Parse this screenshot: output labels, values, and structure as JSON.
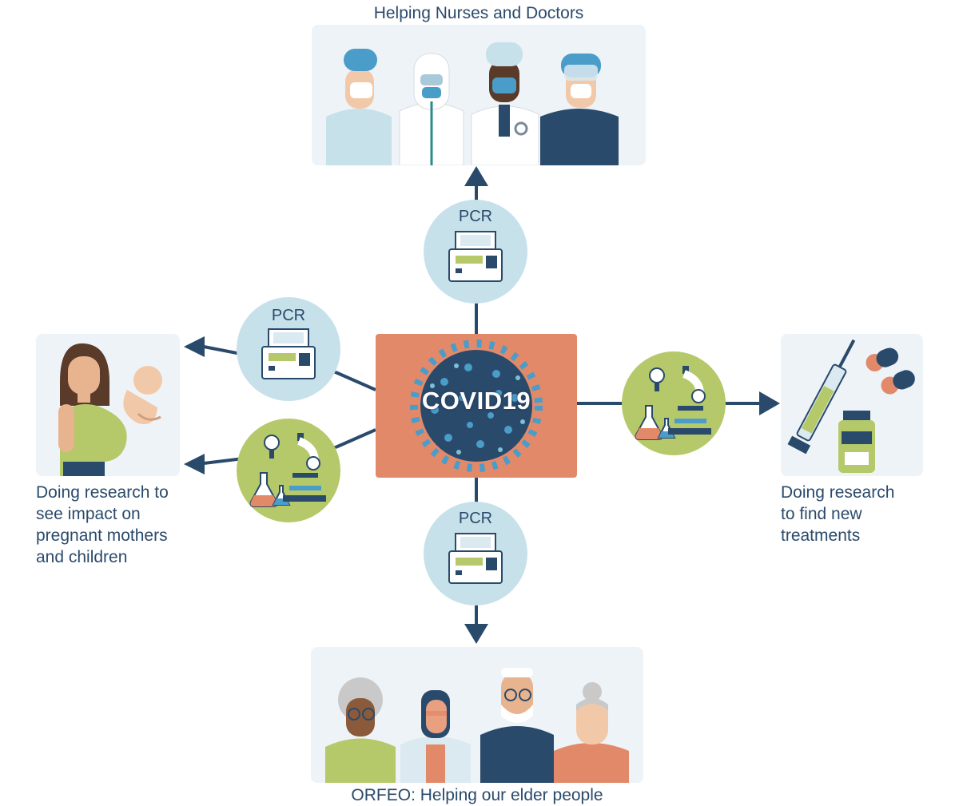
{
  "diagram": {
    "center_label": "COVID19",
    "pcr_label": "PCR",
    "top_caption": "Helping Nurses and Doctors",
    "bottom_caption": "ORFEO: Helping our elder people",
    "left_caption_lines": [
      "Doing research to",
      "see impact on",
      "pregnant mothers",
      "and children"
    ],
    "right_caption_lines": [
      "Doing research",
      "to find new",
      "treatments"
    ]
  },
  "icons": {
    "center": "virus-icon",
    "top_panel": "medical-staff-illustration",
    "bottom_panel": "elderly-people-illustration",
    "left_panel": "pregnant-mother-illustration",
    "right_panel": "medicine-illustration",
    "pcr": "pcr-machine-icon",
    "lab": "lab-equipment-icon"
  },
  "colors": {
    "navy": "#2a4a6b",
    "covid_box": "#e2896a",
    "virus": "#2a4a6b",
    "virus_spikes": "#4a9cc9",
    "pcr_circle": "#c7e1ea",
    "lab_circle": "#b5c96a",
    "panel_bg": "#eef3f8"
  }
}
